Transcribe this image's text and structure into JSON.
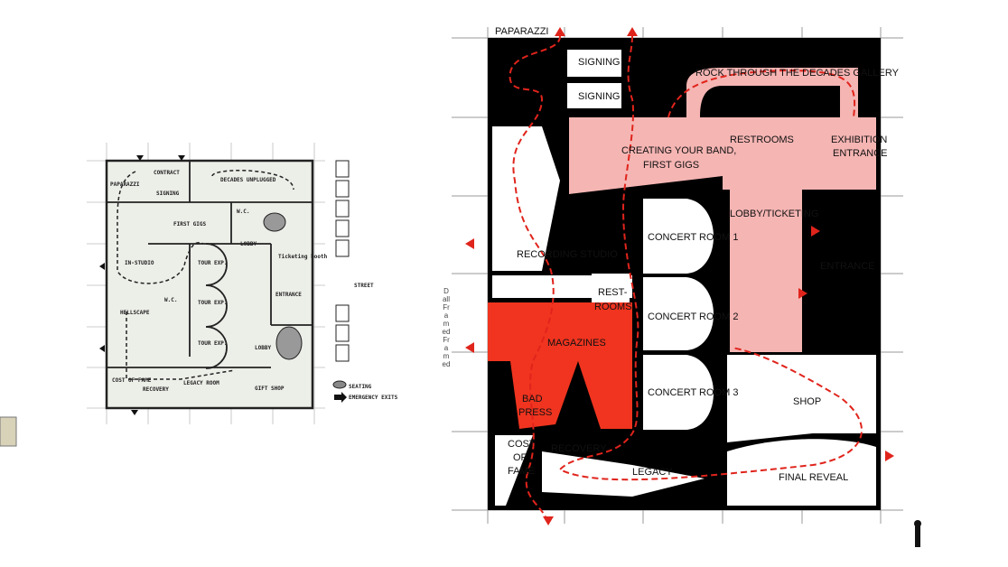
{
  "sketch_plan": {
    "labels": {
      "paparazzi": "PAPARAZZI",
      "contract": "CONTRACT",
      "signing": "SIGNING",
      "decades": "DECADES UNPLUGGED",
      "first_gigs": "FIRST GIGS",
      "wc1": "W.C.",
      "lobby1": "LOBBY",
      "ticketing": "Ticketing booth",
      "in_studio": "IN-STUDIO",
      "tour1": "TOUR EXP.",
      "tour2": "TOUR EXP.",
      "tour3": "TOUR EXP.",
      "wc2": "W.C.",
      "entrance": "ENTRANCE",
      "street": "STREET",
      "hellscape": "HELLSCAPE",
      "lobby2": "LOBBY",
      "cost_of_fame": "COST OF FAME",
      "recovery": "RECOVERY",
      "legacy": "LEGACY ROOM",
      "gift_shop": "GIFT SHOP",
      "legend_seating": "SEATING",
      "legend_exits": "EMERGENCY EXITS"
    }
  },
  "final_plan": {
    "labels": {
      "paparazzi": "PAPARAZZI",
      "signing1": "SIGNING",
      "signing2": "SIGNING",
      "rock_gallery": "ROCK THROUGH THE DECADES GALLERY",
      "creating_band_1": "CREATING YOUR BAND,",
      "creating_band_2": "FIRST GIGS",
      "restrooms": "RESTROOMS",
      "exhibition_1": "EXHIBITION",
      "exhibition_2": "ENTRANCE",
      "recording_studio": "RECORDING STUDIO",
      "concert1": "CONCERT ROOM 1",
      "concert2": "CONCERT ROOM 2",
      "concert3": "CONCERT ROOM 3",
      "lobby": "LOBBY/TICKETING",
      "entrance": "ENTRANCE",
      "restrooms2_1": "REST-",
      "restrooms2_2": "ROOMS",
      "magazines": "MAGAZINES",
      "bad_press_1": "BAD",
      "bad_press_2": "PRESS",
      "cost_1": "COST",
      "cost_2": "OF",
      "cost_3": "FAME",
      "recovery": "RECOVERY",
      "legacy": "LEGACY",
      "shop": "SHOP",
      "final_reveal": "FINAL REVEAL"
    },
    "side_note": "Dall Framed Framed"
  },
  "colors": {
    "pink": "#f5b5b3",
    "red": "#f0341f",
    "accent_red": "#e0241c",
    "black": "#000000"
  }
}
